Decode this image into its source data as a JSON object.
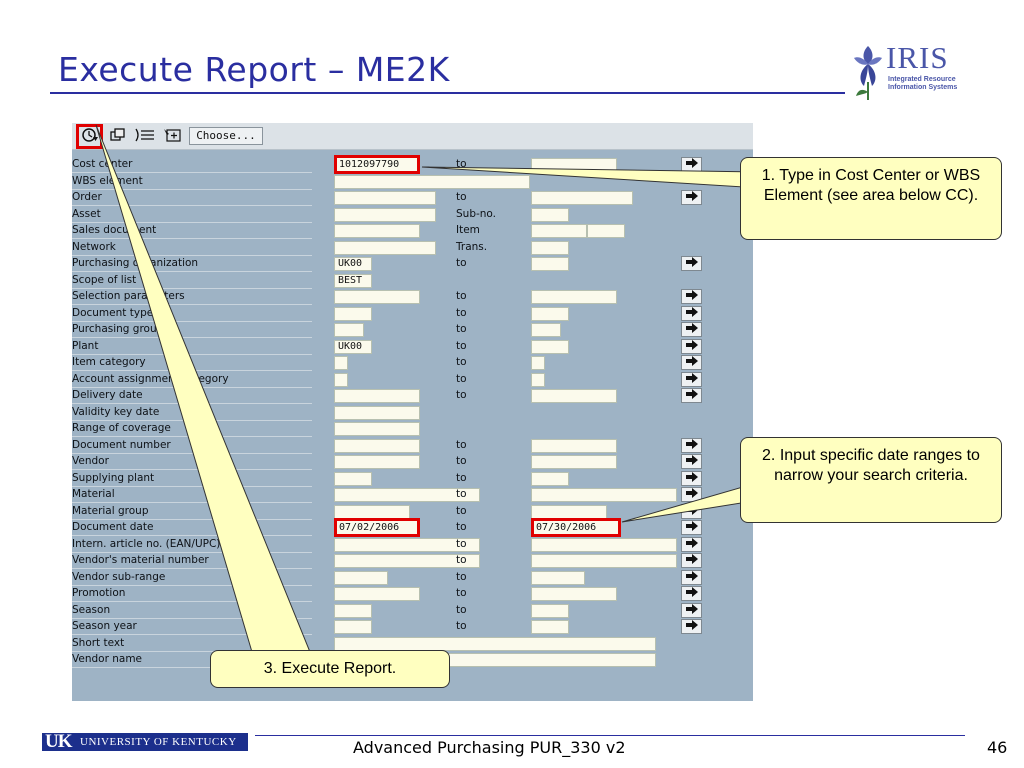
{
  "slide": {
    "title": "Execute Report – ME2K",
    "footer": "Advanced Purchasing PUR_330 v2",
    "page_number": "46"
  },
  "logos": {
    "iris_word": "IRIS",
    "iris_sub": "Integrated Resource Information Systems",
    "uk_mark": "UK",
    "uk_name": "UNIVERSITY OF KENTUCKY"
  },
  "toolbar": {
    "execute_icon": "execute-clock-icon",
    "variant_icon": "get-variant-icon",
    "dynamic_selections_icon": "dynamic-selections-icon",
    "selection_options_icon": "selection-options-icon",
    "choose_label": "Choose..."
  },
  "fields": [
    {
      "label": "Cost center",
      "from": "1012097790",
      "to_label": "to",
      "to": "",
      "arrow": true
    },
    {
      "label": "WBS element",
      "from": "",
      "to_label": "",
      "to": "",
      "arrow": false
    },
    {
      "label": "Order",
      "from": "",
      "to_label": "to",
      "to": "",
      "arrow": true
    },
    {
      "label": "Asset",
      "from": "",
      "to_label": "Sub-no.",
      "to": "",
      "arrow": false
    },
    {
      "label": "Sales document",
      "from": "",
      "to_label": "Item",
      "to": "",
      "arrow": false
    },
    {
      "label": "Network",
      "from": "",
      "to_label": "Trans.",
      "to": "",
      "arrow": false
    },
    {
      "label": "Purchasing organization",
      "from": "UK00",
      "to_label": "to",
      "to": "",
      "arrow": true
    },
    {
      "label": "Scope of list",
      "from": "BEST",
      "to_label": "",
      "to": "",
      "arrow": false
    },
    {
      "label": "Selection parameters",
      "from": "",
      "to_label": "to",
      "to": "",
      "arrow": true
    },
    {
      "label": "Document type",
      "from": "",
      "to_label": "to",
      "to": "",
      "arrow": true
    },
    {
      "label": "Purchasing group",
      "from": "",
      "to_label": "to",
      "to": "",
      "arrow": true
    },
    {
      "label": "Plant",
      "from": "UK00",
      "to_label": "to",
      "to": "",
      "arrow": true
    },
    {
      "label": "Item category",
      "from": "",
      "to_label": "to",
      "to": "",
      "arrow": true
    },
    {
      "label": "Account assignment category",
      "from": "",
      "to_label": "to",
      "to": "",
      "arrow": true
    },
    {
      "label": "Delivery date",
      "from": "",
      "to_label": "to",
      "to": "",
      "arrow": true
    },
    {
      "label": "Validity key date",
      "from": "",
      "to_label": "",
      "to": "",
      "arrow": false
    },
    {
      "label": "Range of coverage",
      "from": "",
      "to_label": "",
      "to": "",
      "arrow": false
    },
    {
      "label": "Document number",
      "from": "",
      "to_label": "to",
      "to": "",
      "arrow": true
    },
    {
      "label": "Vendor",
      "from": "",
      "to_label": "to",
      "to": "",
      "arrow": true
    },
    {
      "label": "Supplying plant",
      "from": "",
      "to_label": "to",
      "to": "",
      "arrow": true
    },
    {
      "label": "Material",
      "from": "",
      "to_label": "to",
      "to": "",
      "arrow": true
    },
    {
      "label": "Material group",
      "from": "",
      "to_label": "to",
      "to": "",
      "arrow": true
    },
    {
      "label": "Document date",
      "from": "07/02/2006",
      "to_label": "to",
      "to": "07/30/2006",
      "arrow": true
    },
    {
      "label": "Intern. article no. (EAN/UPC)",
      "from": "",
      "to_label": "to",
      "to": "",
      "arrow": true
    },
    {
      "label": "Vendor's material number",
      "from": "",
      "to_label": "to",
      "to": "",
      "arrow": true
    },
    {
      "label": "Vendor sub-range",
      "from": "",
      "to_label": "to",
      "to": "",
      "arrow": true
    },
    {
      "label": "Promotion",
      "from": "",
      "to_label": "to",
      "to": "",
      "arrow": true
    },
    {
      "label": "Season",
      "from": "",
      "to_label": "to",
      "to": "",
      "arrow": true
    },
    {
      "label": "Season year",
      "from": "",
      "to_label": "to",
      "to": "",
      "arrow": true
    },
    {
      "label": "Short text",
      "from": "",
      "to_label": "",
      "to": "",
      "arrow": false
    },
    {
      "label": "Vendor name",
      "from": "",
      "to_label": "",
      "to": "",
      "arrow": false
    }
  ],
  "callouts": {
    "c1": "1. Type in Cost Center or WBS Element (see area below CC).",
    "c2": "2. Input specific date ranges to narrow your search criteria.",
    "c3": "3. Execute Report."
  },
  "colors": {
    "title": "#2a2ea0",
    "sap_background": "#9eb3c5",
    "input_field": "#fbfaec",
    "highlight": "#e00000",
    "callout": "#ffffc0"
  }
}
